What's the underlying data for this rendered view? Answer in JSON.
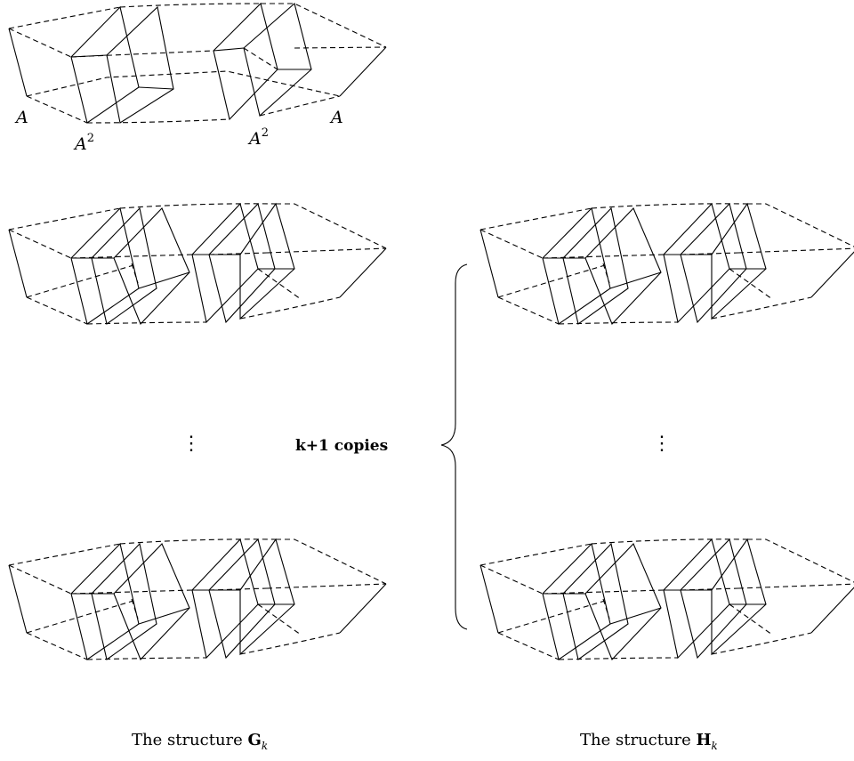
{
  "labels": {
    "a_left": "A",
    "a2_left": "A",
    "a2_left_sup": "2",
    "a2_right": "A",
    "a2_right_sup": "2",
    "a_right": "A"
  },
  "brace_label": "k+1 copies",
  "dots": "⋮",
  "caption_g": {
    "prefix": "The structure ",
    "bold": "G",
    "sub": "k"
  },
  "caption_h": {
    "prefix": "The structure ",
    "bold": "H",
    "sub": "k"
  }
}
